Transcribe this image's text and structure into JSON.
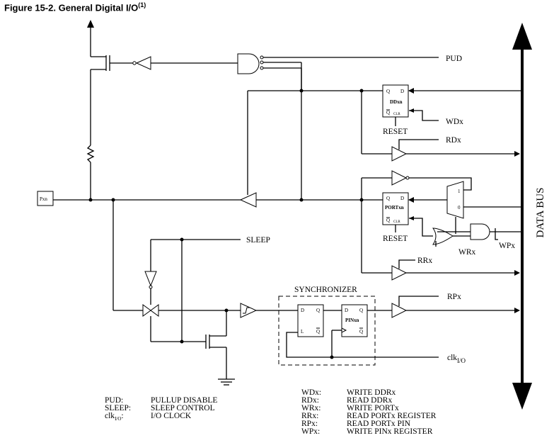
{
  "title": {
    "text": "Figure 15-2.  General Digital I/O",
    "footnote": "(1)"
  },
  "signals": {
    "pud": "PUD",
    "wdx": "WDx",
    "rdx": "RDx",
    "wrx": "WRx",
    "wpx": "WPx",
    "rrx": "RRx",
    "rpx": "RPx",
    "sleep": "SLEEP",
    "clk": "clk",
    "clk_sub": "I/O",
    "reset_ddr": "RESET",
    "reset_port": "RESET",
    "pin": "Pxn",
    "data_bus": "DATA BUS",
    "synchronizer": "SYNCHRONIZER"
  },
  "blocks": {
    "ddxn": {
      "name": "DDxn",
      "q": "Q",
      "d": "D",
      "qbar": "Q",
      "clr": "CLR"
    },
    "portxn": {
      "name": "PORTxn",
      "q": "Q",
      "d": "D",
      "qbar": "Q",
      "clr": "CLR"
    },
    "latch": {
      "d": "D",
      "q": "Q",
      "l": "L",
      "qbar": "Q"
    },
    "pinxn": {
      "name": "PINxn",
      "d": "D",
      "q": "Q",
      "qbar": "Q"
    },
    "mux": {
      "in1": "1",
      "in0": "0"
    }
  },
  "legend_left": [
    {
      "abbr": "PUD:",
      "desc": "PULLUP DISABLE"
    },
    {
      "abbr": "SLEEP:",
      "desc": "SLEEP CONTROL"
    },
    {
      "abbr": "clk",
      "abbr_sub": "I/O",
      "abbr_suffix": ":",
      "desc": "I/O CLOCK"
    }
  ],
  "legend_right": [
    {
      "abbr": "WDx:",
      "desc": "WRITE DDRx"
    },
    {
      "abbr": "RDx:",
      "desc": "READ DDRx"
    },
    {
      "abbr": "WRx:",
      "desc": "WRITE PORTx"
    },
    {
      "abbr": "RRx:",
      "desc": "READ PORTx REGISTER"
    },
    {
      "abbr": "RPx:",
      "desc": "READ PORTx PIN"
    },
    {
      "abbr": "WPx:",
      "desc": "WRITE PINx REGISTER"
    }
  ]
}
